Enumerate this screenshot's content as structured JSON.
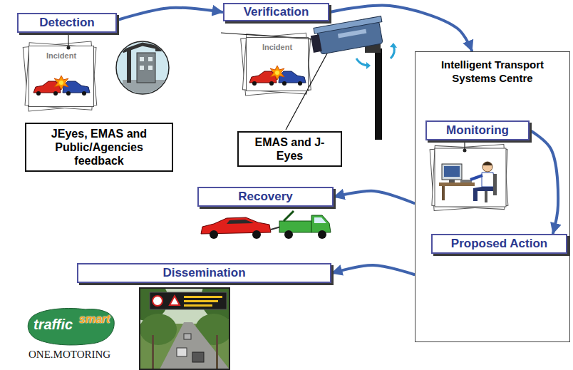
{
  "diagram": {
    "nodes": [
      {
        "text": [
          "Detection"
        ]
      },
      {
        "text": [
          "Incident"
        ]
      },
      {
        "text": [
          "JEyes, EMAS and Public/Agencies feedback"
        ]
      },
      {
        "text": [
          "Verification"
        ]
      },
      {
        "text": [
          "Incident"
        ]
      },
      {
        "text": [
          "EMAS and J-Eyes"
        ]
      },
      {
        "text": [
          "Intelligent Transport Systems Centre"
        ]
      },
      {
        "text": [
          "Monitoring"
        ],
        "in": 6
      },
      {
        "text": [
          "Proposed Action"
        ],
        "in": 6
      },
      {
        "text": [
          "Recovery"
        ]
      },
      {
        "text": [
          "Dissemination"
        ]
      }
    ],
    "edges": [
      {
        "from": 0,
        "to": 3,
        "arrow": "to"
      },
      {
        "from": 3,
        "to": 6,
        "arrow": "to"
      },
      {
        "from": 7,
        "to": 8,
        "arrow": "to"
      },
      {
        "from": 6,
        "to": 9,
        "arrow": "to"
      },
      {
        "from": 6,
        "to": 10,
        "arrow": "to"
      }
    ],
    "labels": [
      "traffic",
      "smart",
      "ONE.MOTORING"
    ]
  }
}
